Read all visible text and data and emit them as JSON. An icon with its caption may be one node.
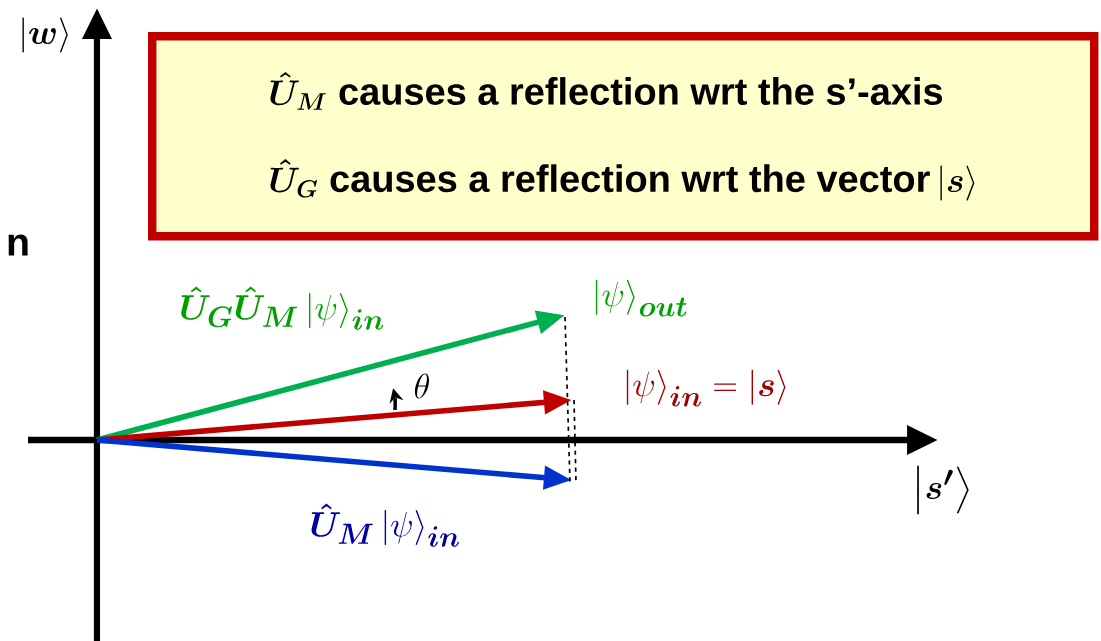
{
  "diagram": {
    "nodes": [
      {
        "text": [
          "\\boldsymbol{\\hat{U}_{M}}\\ \\mbox{causes a reflection wrt the s’-axis}",
          "\\boldsymbol{\\hat{U}_{G}}\\ \\mbox{causes a reflection wrt the vector}\\left|\\boldsymbol{s}\\right\\rangle"
        ]
      }
    ],
    "labels": [
      "\\left|\\boldsymbol{w}\\right\\rangle",
      "n",
      "\\boldsymbol{\\hat{U}_{G}\\hat{U}_{M}}\\left|\\psi\\right\\rangle_{\\boldsymbol{in}}",
      "\\left|\\psi\\right\\rangle_{\\boldsymbol{out}}",
      "\\theta",
      "\\left|\\psi\\right\\rangle_{\\boldsymbol{in}}=\\left|\\boldsymbol{s}\\right\\rangle",
      "\\left|\\boldsymbol{s'}\\right\\rangle",
      "\\boldsymbol{\\hat{U}_{M}}\\left|\\psi\\right\\rangle_{\\boldsymbol{in}}"
    ]
  }
}
